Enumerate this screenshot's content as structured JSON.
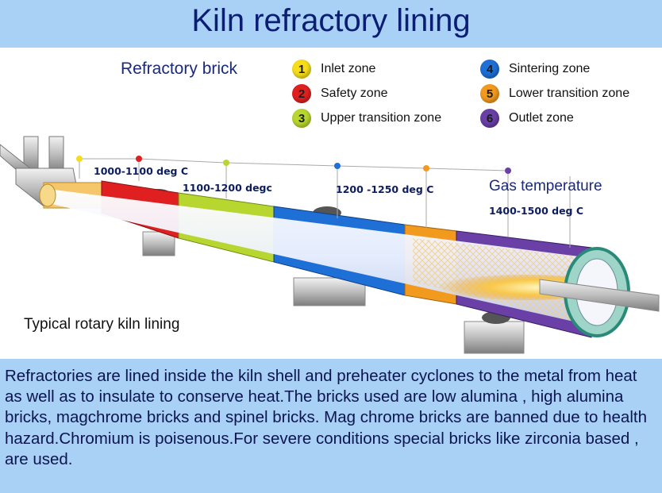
{
  "title": "Kiln refractory lining",
  "legend": {
    "heading": "Refractory brick",
    "items": [
      {
        "num": "1",
        "label": "Inlet zone",
        "color": "#f6dd1c"
      },
      {
        "num": "2",
        "label": "Safety zone",
        "color": "#e02020"
      },
      {
        "num": "3",
        "label": "Upper transition zone",
        "color": "#b7d630"
      },
      {
        "num": "4",
        "label": "Sintering zone",
        "color": "#1e6fd6"
      },
      {
        "num": "5",
        "label": "Lower transition zone",
        "color": "#f29a1d"
      },
      {
        "num": "6",
        "label": "Outlet zone",
        "color": "#6a3fa6"
      }
    ]
  },
  "temperatures": {
    "t1": "1000-1100 deg C",
    "t2": "1100-1200 degc",
    "t3": "1200 -1250 deg C",
    "t4": "1400-1500 deg C"
  },
  "gas_label": "Gas temperature",
  "kiln_caption": "Typical rotary kiln lining",
  "description": "Refractories are lined inside the kiln shell and preheater cyclones to the metal from heat as well as to insulate to conserve heat.The bricks used are low alumina , high alumina bricks, magchrome bricks and spinel bricks. Mag chrome bricks are banned due to health hazard.Chromium is poisenous.For severe conditions special bricks like zirconia based , are used.",
  "colors": {
    "title_bar": "#a9d0f5",
    "title_text": "#0b1e73",
    "inlet": "#f6dd1c",
    "safety": "#e02020",
    "upper_transition": "#b7d630",
    "sintering": "#1e6fd6",
    "lower_transition": "#f29a1d",
    "outlet": "#6a3fa6"
  }
}
